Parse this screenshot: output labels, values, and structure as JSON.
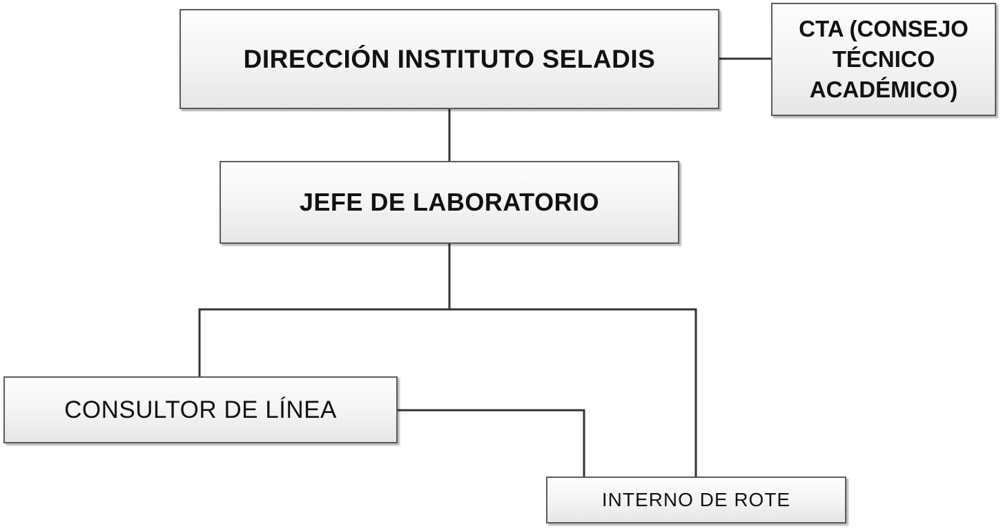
{
  "diagram": {
    "nodes": {
      "direccion": {
        "label": "DIRECCIÓN INSTITUTO SELADIS"
      },
      "cta": {
        "label": "CTA (CONSEJO TÉCNICO ACADÉMICO)"
      },
      "jefe": {
        "label": "JEFE DE LABORATORIO"
      },
      "consultor": {
        "label": "CONSULTOR DE LÍNEA"
      },
      "interno": {
        "label": "INTERNO DE ROTE"
      }
    },
    "edges": [
      {
        "from": "direccion",
        "to": "cta"
      },
      {
        "from": "direccion",
        "to": "jefe"
      },
      {
        "from": "jefe",
        "to": "consultor"
      },
      {
        "from": "jefe",
        "to": "interno"
      },
      {
        "from": "consultor",
        "to": "interno"
      }
    ],
    "colors": {
      "border": "#5a5a5a",
      "line": "#333333",
      "box_fill": "#f3f3f3",
      "text": "#111111"
    }
  }
}
